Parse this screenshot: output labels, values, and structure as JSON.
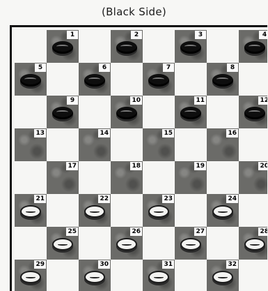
{
  "title": "(Black Side)",
  "colors": {
    "dark_square": "#6b6b68",
    "light_square": "#f6f6f4",
    "black_piece": "#0e0e0e",
    "white_piece": "#f3f3f1"
  },
  "squares": [
    {
      "n": "1",
      "piece": "black"
    },
    {
      "n": "2",
      "piece": "black"
    },
    {
      "n": "3",
      "piece": "black"
    },
    {
      "n": "4",
      "piece": "black"
    },
    {
      "n": "5",
      "piece": "black"
    },
    {
      "n": "6",
      "piece": "black"
    },
    {
      "n": "7",
      "piece": "black"
    },
    {
      "n": "8",
      "piece": "black"
    },
    {
      "n": "9",
      "piece": "black"
    },
    {
      "n": "10",
      "piece": "black"
    },
    {
      "n": "11",
      "piece": "black"
    },
    {
      "n": "12",
      "piece": "black"
    },
    {
      "n": "13",
      "piece": ""
    },
    {
      "n": "14",
      "piece": ""
    },
    {
      "n": "15",
      "piece": ""
    },
    {
      "n": "16",
      "piece": ""
    },
    {
      "n": "17",
      "piece": ""
    },
    {
      "n": "18",
      "piece": ""
    },
    {
      "n": "19",
      "piece": ""
    },
    {
      "n": "20",
      "piece": ""
    },
    {
      "n": "21",
      "piece": "white"
    },
    {
      "n": "22",
      "piece": "white"
    },
    {
      "n": "23",
      "piece": "white"
    },
    {
      "n": "24",
      "piece": "white"
    },
    {
      "n": "25",
      "piece": "white"
    },
    {
      "n": "26",
      "piece": "white"
    },
    {
      "n": "27",
      "piece": "white"
    },
    {
      "n": "28",
      "piece": "white"
    },
    {
      "n": "29",
      "piece": "white"
    },
    {
      "n": "30",
      "piece": "white"
    },
    {
      "n": "31",
      "piece": "white"
    },
    {
      "n": "32",
      "piece": "white"
    }
  ]
}
